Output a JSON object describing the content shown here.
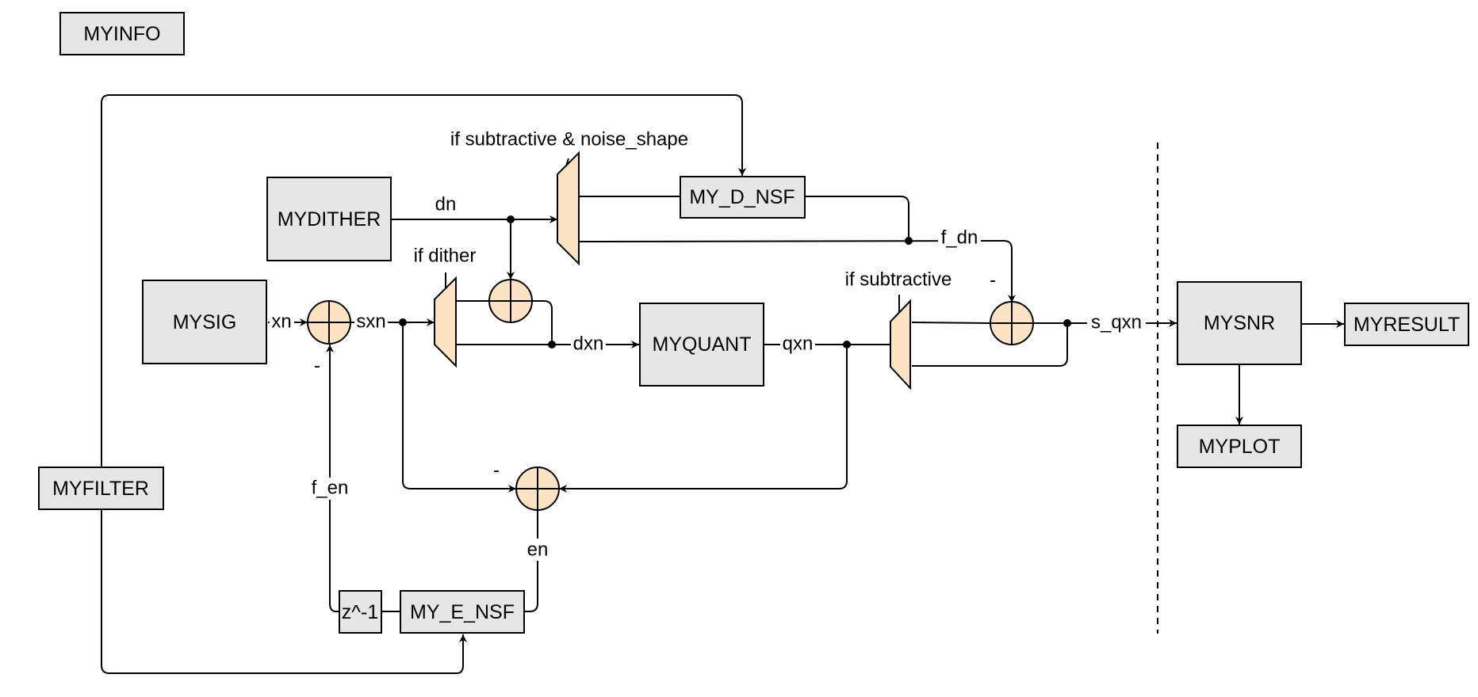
{
  "blocks": {
    "myinfo": "MYINFO",
    "mydither": "MYDITHER",
    "mysig": "MYSIG",
    "myquant": "MYQUANT",
    "my_d_nsf": "MY_D_NSF",
    "mysnr": "MYSNR",
    "myresult": "MYRESULT",
    "myplot": "MYPLOT",
    "myfilter": "MYFILTER",
    "z_inv": "z^-1",
    "my_e_nsf": "MY_E_NSF"
  },
  "signals": {
    "dn": "dn",
    "xn": "xn",
    "sxn": "sxn",
    "dxn": "dxn",
    "qxn": "qxn",
    "f_dn": "f_dn",
    "s_qxn": "s_qxn",
    "f_en": "f_en",
    "en": "en"
  },
  "conditions": {
    "subtractive_noise_shape": "if subtractive & noise_shape",
    "dither": "if dither",
    "subtractive": "if subtractive"
  },
  "signs": {
    "minus": "-"
  },
  "colors": {
    "block_fill": "#e6e6e6",
    "mux_fill": "#fbe3c4",
    "stroke": "#000000"
  }
}
